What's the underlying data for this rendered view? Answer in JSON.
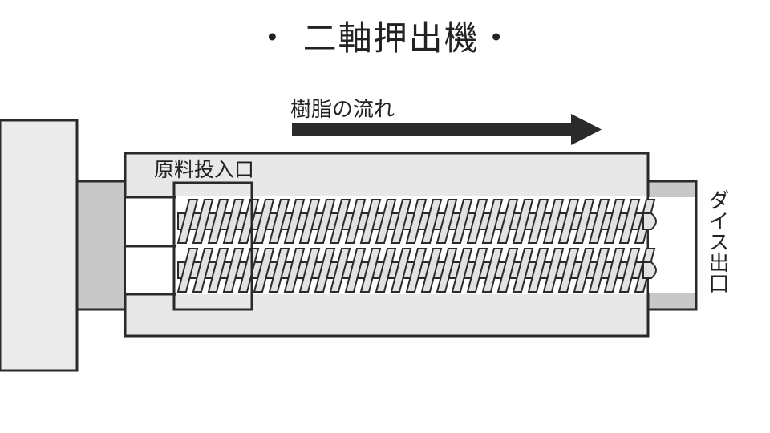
{
  "title": "・ 二軸押出機・",
  "labels": {
    "resin_flow": "樹脂の流れ",
    "hopper": "原料投入口",
    "die_exit": "ダイス出口"
  },
  "colors": {
    "outline": "#2a2a2a",
    "barrel_fill": "#e8e8e8",
    "motor_fill": "#ebebeb",
    "coupling_fill": "#c8c8c8",
    "screw_fill": "#e2e2e2",
    "arrow": "#2a2a2a"
  },
  "icons": {
    "flow_arrow": "right-arrow-icon"
  }
}
